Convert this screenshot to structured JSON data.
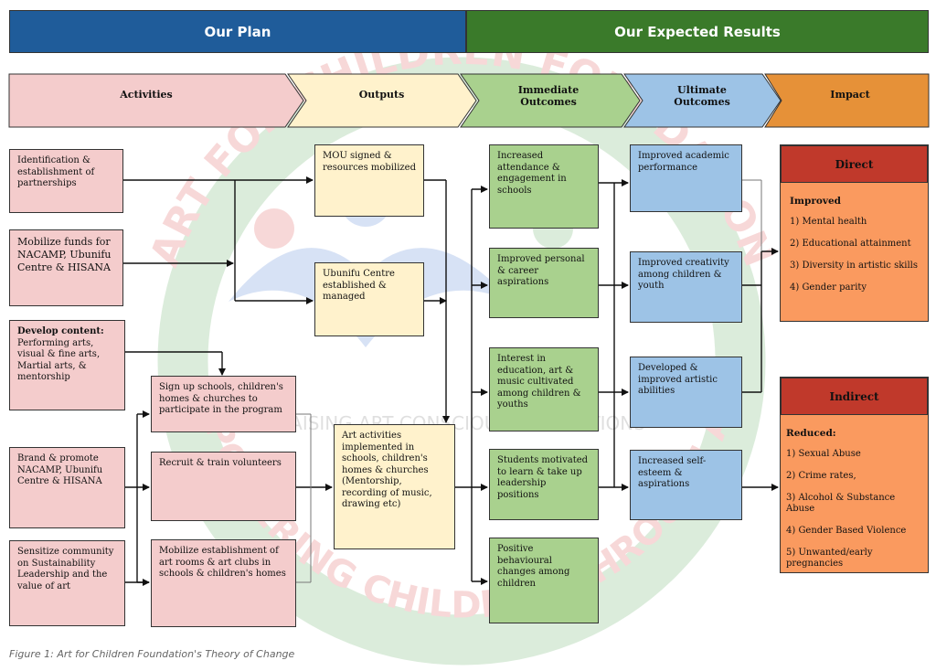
{
  "header": {
    "plan_title": "Our Plan",
    "results_title": "Our Expected Results",
    "plan_color": "#1f5c9a",
    "results_color": "#3a7a2a"
  },
  "phases": [
    {
      "label": "Activities",
      "color": "#f4cccc"
    },
    {
      "label": "Outputs",
      "color": "#fff2cc"
    },
    {
      "label": "Immediate Outcomes",
      "color": "#a9d18e"
    },
    {
      "label": "Ultimate Outcomes",
      "color": "#9dc3e6"
    },
    {
      "label": "Impact",
      "color": "#e69138"
    }
  ],
  "activities": [
    {
      "text": "Identification & establishment of partnerships"
    },
    {
      "text": "Mobilize funds for NACAMP, Ubunifu Centre & HISANA"
    },
    {
      "title": "Develop content:",
      "text": "Performing arts, visual & fine arts, Martial arts, & mentorship"
    },
    {
      "text": "Brand & promote NACAMP, Ubunifu Centre & HISANA"
    },
    {
      "text": "Sensitize community on Sustainability Leadership and the value of art"
    }
  ],
  "sub_activities": [
    {
      "text": "Sign up schools, children's homes & churches to participate in the program"
    },
    {
      "text": "Recruit & train volunteers"
    },
    {
      "text": "Mobilize establishment of art rooms & art clubs in schools & children's homes"
    }
  ],
  "outputs": [
    {
      "text": "MOU signed & resources mobilized"
    },
    {
      "text": "Ubunifu Centre established & managed"
    },
    {
      "text": "Art activities implemented in schools, children's homes & churches (Mentorship, recording of music, drawing etc)"
    }
  ],
  "immediate_outcomes": [
    {
      "text": "Increased attendance & engagement in schools"
    },
    {
      "text": "Improved personal & career aspirations"
    },
    {
      "text": "Interest in education, art & music cultivated among children & youths"
    },
    {
      "text": "Students motivated to learn & take up leadership positions"
    },
    {
      "text": "Positive behavioural changes among children"
    }
  ],
  "ultimate_outcomes": [
    {
      "text": "Improved academic performance"
    },
    {
      "text": "Improved creativity among children & youth"
    },
    {
      "text": "Developed & improved artistic abilities"
    },
    {
      "text": "Increased self-esteem & aspirations"
    }
  ],
  "impact": {
    "direct": {
      "header": "Direct",
      "title": "Improved",
      "items": [
        "1) Mental health",
        "2) Educational attainment",
        "3) Diversity in artistic skills",
        "4) Gender parity"
      ]
    },
    "indirect": {
      "header": "Indirect",
      "title": "Reduced:",
      "items": [
        "1) Sexual Abuse",
        "2) Crime rates,",
        "3) Alcohol & Substance Abuse",
        "4) Gender Based Violence",
        "5) Unwanted/early pregnancies"
      ]
    }
  },
  "watermark": {
    "arc_top": "ART FOR CHILDREN FOUNDATION",
    "arc_bottom": "EMPOWERING CHILDREN THROUGH ART",
    "tagline": "RAISING ART CONSCIOUS GENERATIONS"
  },
  "caption": "Figure 1: Art for Children Foundation's Theory of Change"
}
